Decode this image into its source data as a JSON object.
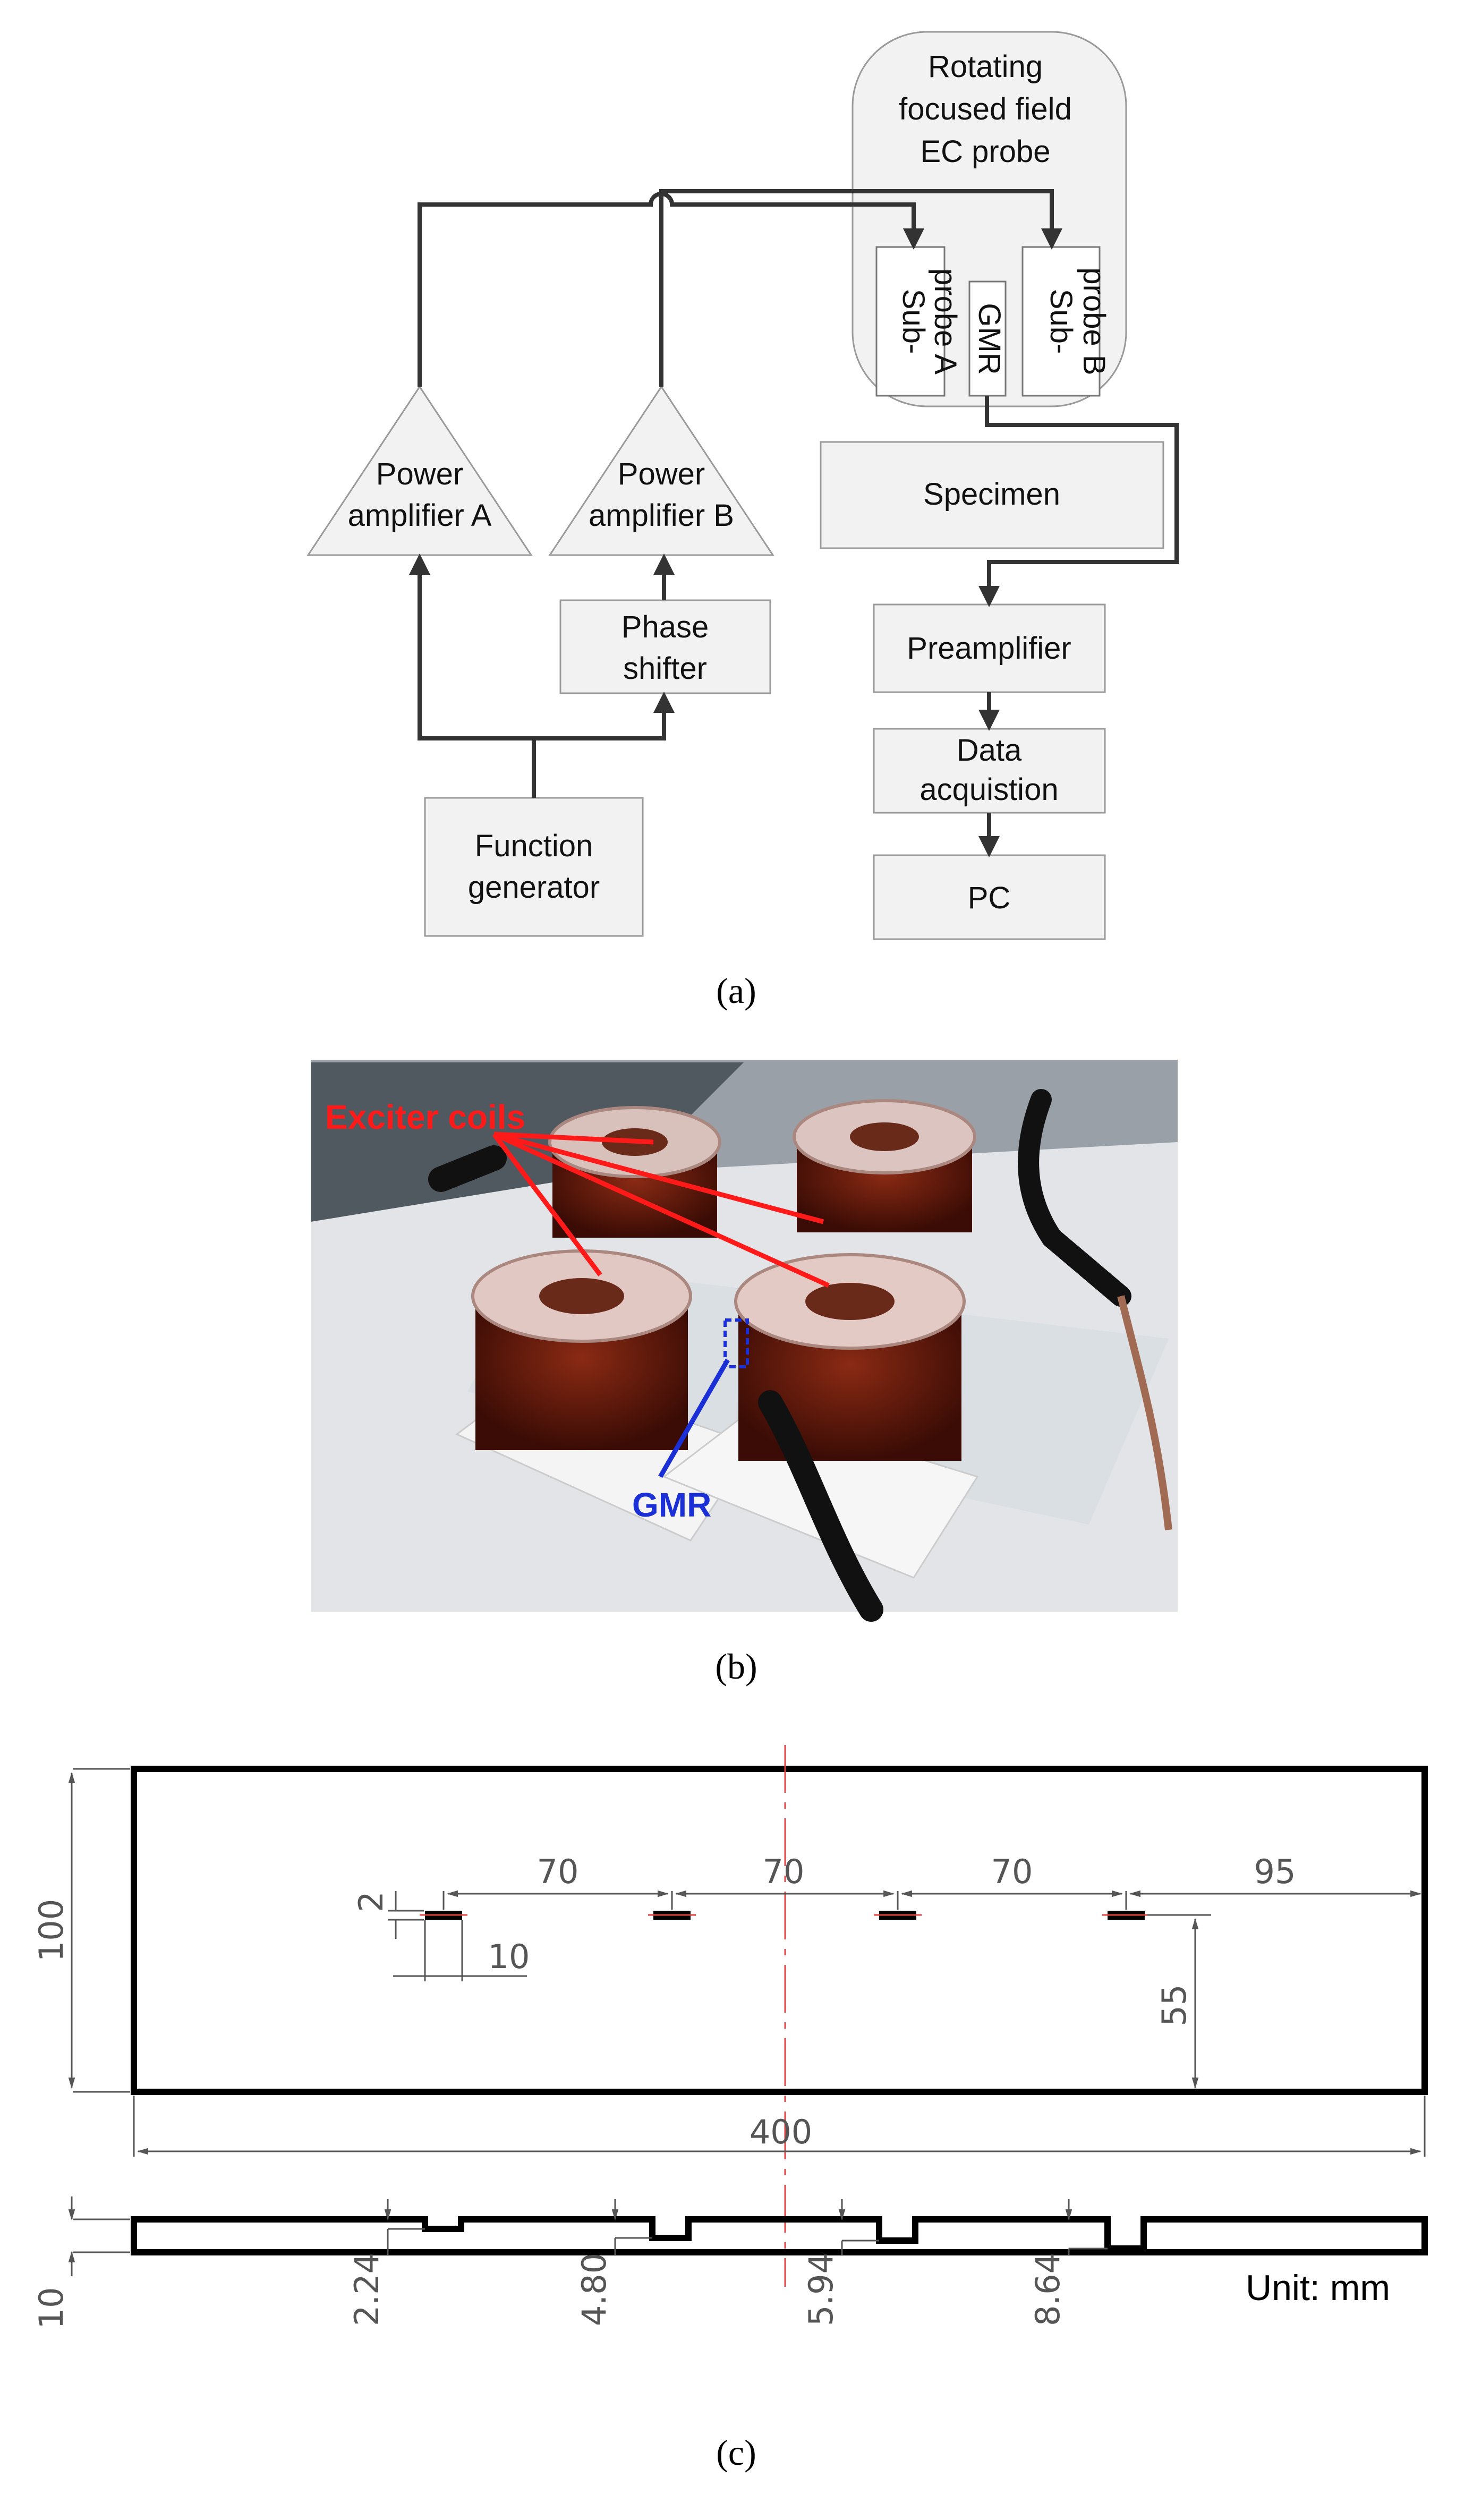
{
  "panel_a": {
    "probe_title": [
      "Rotating",
      "focused field",
      "EC probe"
    ],
    "sub_probe_a": [
      "Sub-",
      "probe A"
    ],
    "gmr": "GMR",
    "sub_probe_b": [
      "Sub-",
      "probe B"
    ],
    "power_amp_a": [
      "Power",
      "amplifier A"
    ],
    "power_amp_b": [
      "Power",
      "amplifier B"
    ],
    "phase_shifter": [
      "Phase",
      "shifter"
    ],
    "function_generator": [
      "Function",
      "generator"
    ],
    "specimen": "Specimen",
    "preamplifier": "Preamplifier",
    "data_acquisition": [
      "Data",
      "acquistion"
    ],
    "pc": "PC",
    "caption": "(a)"
  },
  "panel_b": {
    "exciter_label": "Exciter coils",
    "gmr_label": "GMR",
    "caption": "(b)",
    "colors": {
      "exciter": "#ff1a1a",
      "gmr": "#1a2fd6"
    }
  },
  "panel_c": {
    "dims_top": {
      "height": "100",
      "spacing": [
        "70",
        "70",
        "70"
      ],
      "right": "95",
      "slot_width": "2",
      "slot_len": "10",
      "offset": "55",
      "length": "400"
    },
    "dims_side": {
      "thickness": "10",
      "depths": [
        "2.24",
        "4.80",
        "5.94",
        "8.64"
      ]
    },
    "unit": "Unit: mm",
    "caption": "(c)"
  }
}
